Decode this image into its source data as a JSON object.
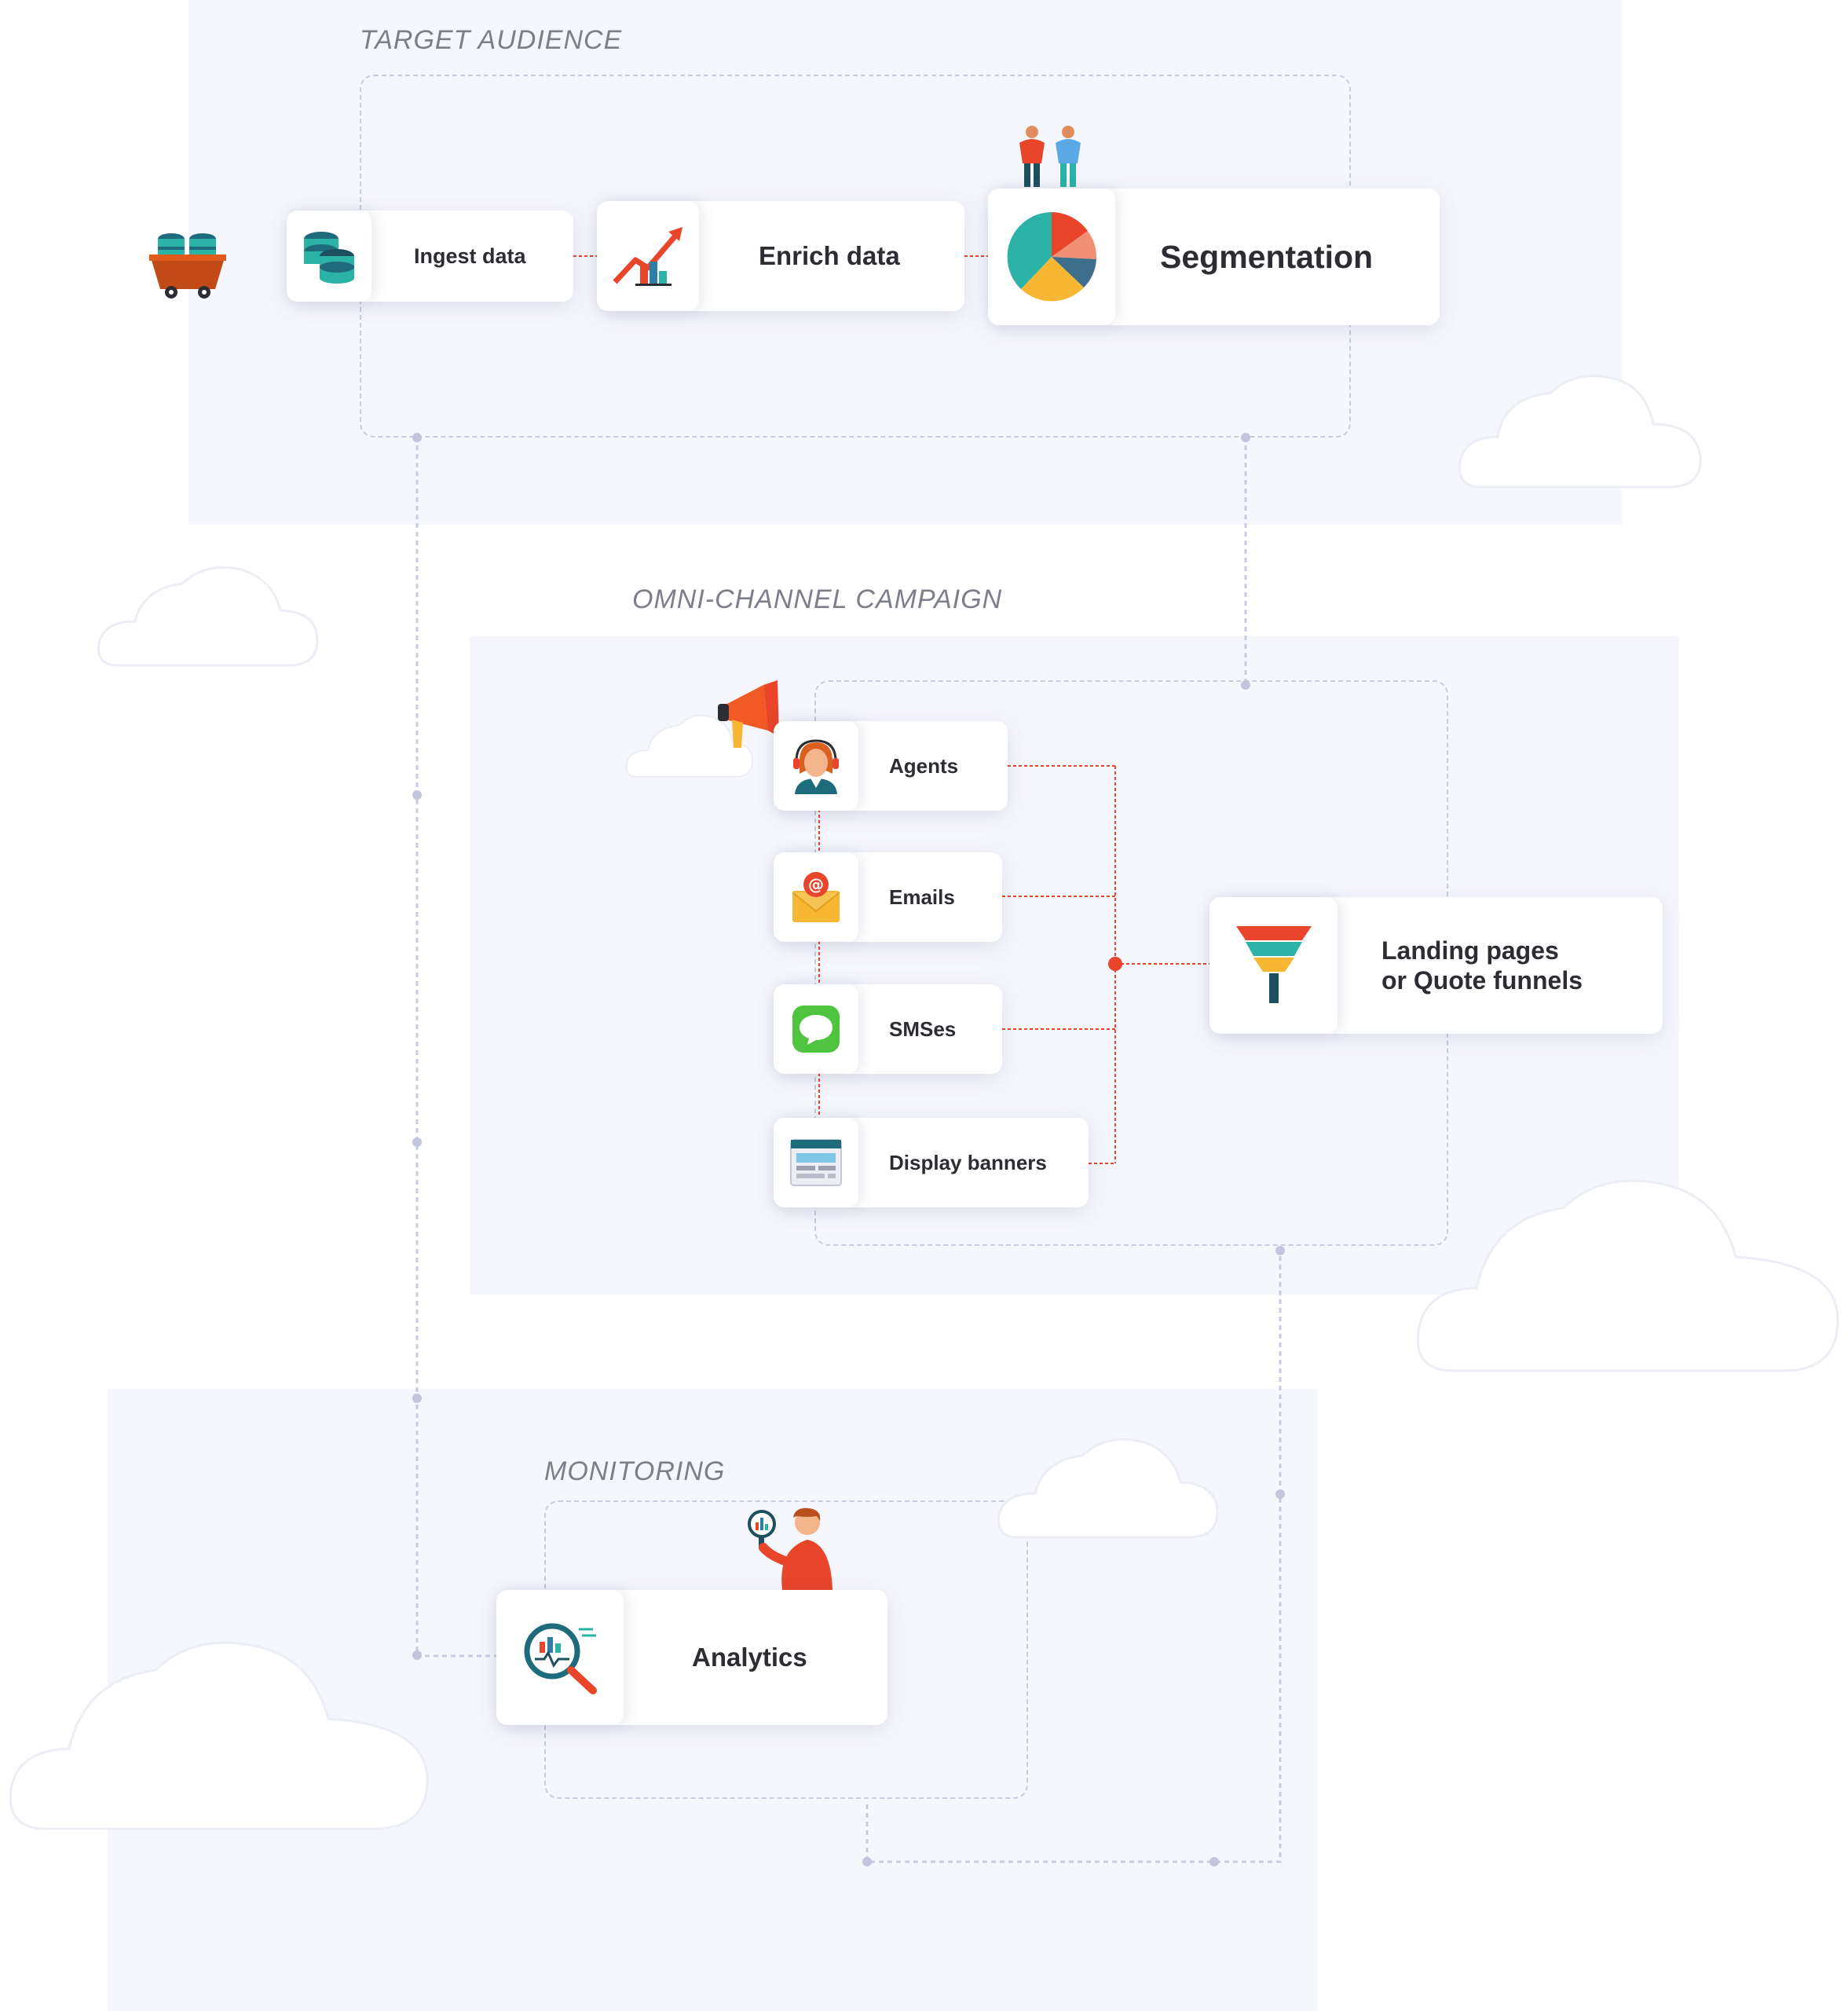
{
  "sections": {
    "target_audience": {
      "title": "TARGET AUDIENCE"
    },
    "omni_channel": {
      "title": "OMNI-CHANNEL CAMPAIGN"
    },
    "monitoring": {
      "title": "MONITORING"
    }
  },
  "nodes": {
    "ingest": {
      "label": "Ingest data",
      "icon": "database-icon"
    },
    "enrich": {
      "label": "Enrich data",
      "icon": "growth-chart-icon"
    },
    "segmentation": {
      "label": "Segmentation",
      "icon": "pie-chart-icon"
    },
    "agents": {
      "label": "Agents",
      "icon": "agent-headset-icon"
    },
    "emails": {
      "label": "Emails",
      "icon": "email-envelope-icon"
    },
    "smses": {
      "label": "SMSes",
      "icon": "sms-bubble-icon"
    },
    "banners": {
      "label": "Display banners",
      "icon": "banner-window-icon"
    },
    "landing": {
      "label_line1": "Landing pages",
      "label_line2": "or Quote funnels",
      "icon": "funnel-icon"
    },
    "analytics": {
      "label": "Analytics",
      "icon": "analytics-magnifier-icon"
    }
  },
  "colors": {
    "section_background": "#f6f7fc",
    "dashed_border": "#c9cbe0",
    "connector_red": "#e8452b",
    "connector_grey": "#c9cbe0",
    "teal": "#2ab3a6",
    "orange": "#f15a24",
    "yellow": "#f7b733"
  }
}
